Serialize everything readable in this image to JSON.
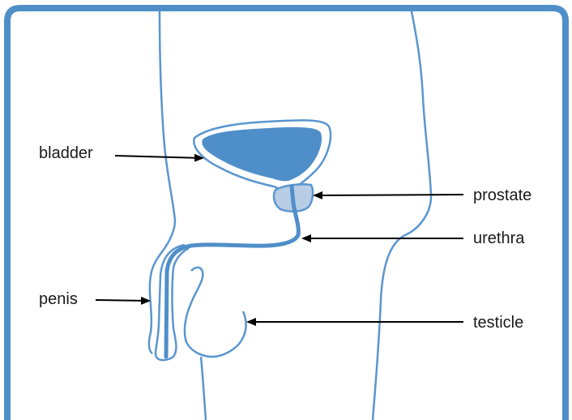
{
  "labels": {
    "bladder": "bladder",
    "prostate": "prostate",
    "urethra": "urethra",
    "penis": "penis",
    "testicle": "testicle"
  },
  "colors": {
    "frame": "#4f8fc9",
    "outline": "#5a96cf",
    "bladder_fill": "#4f8fc9",
    "prostate_fill": "#b8cde6",
    "arrow": "#000000",
    "background": "#ffffff"
  }
}
